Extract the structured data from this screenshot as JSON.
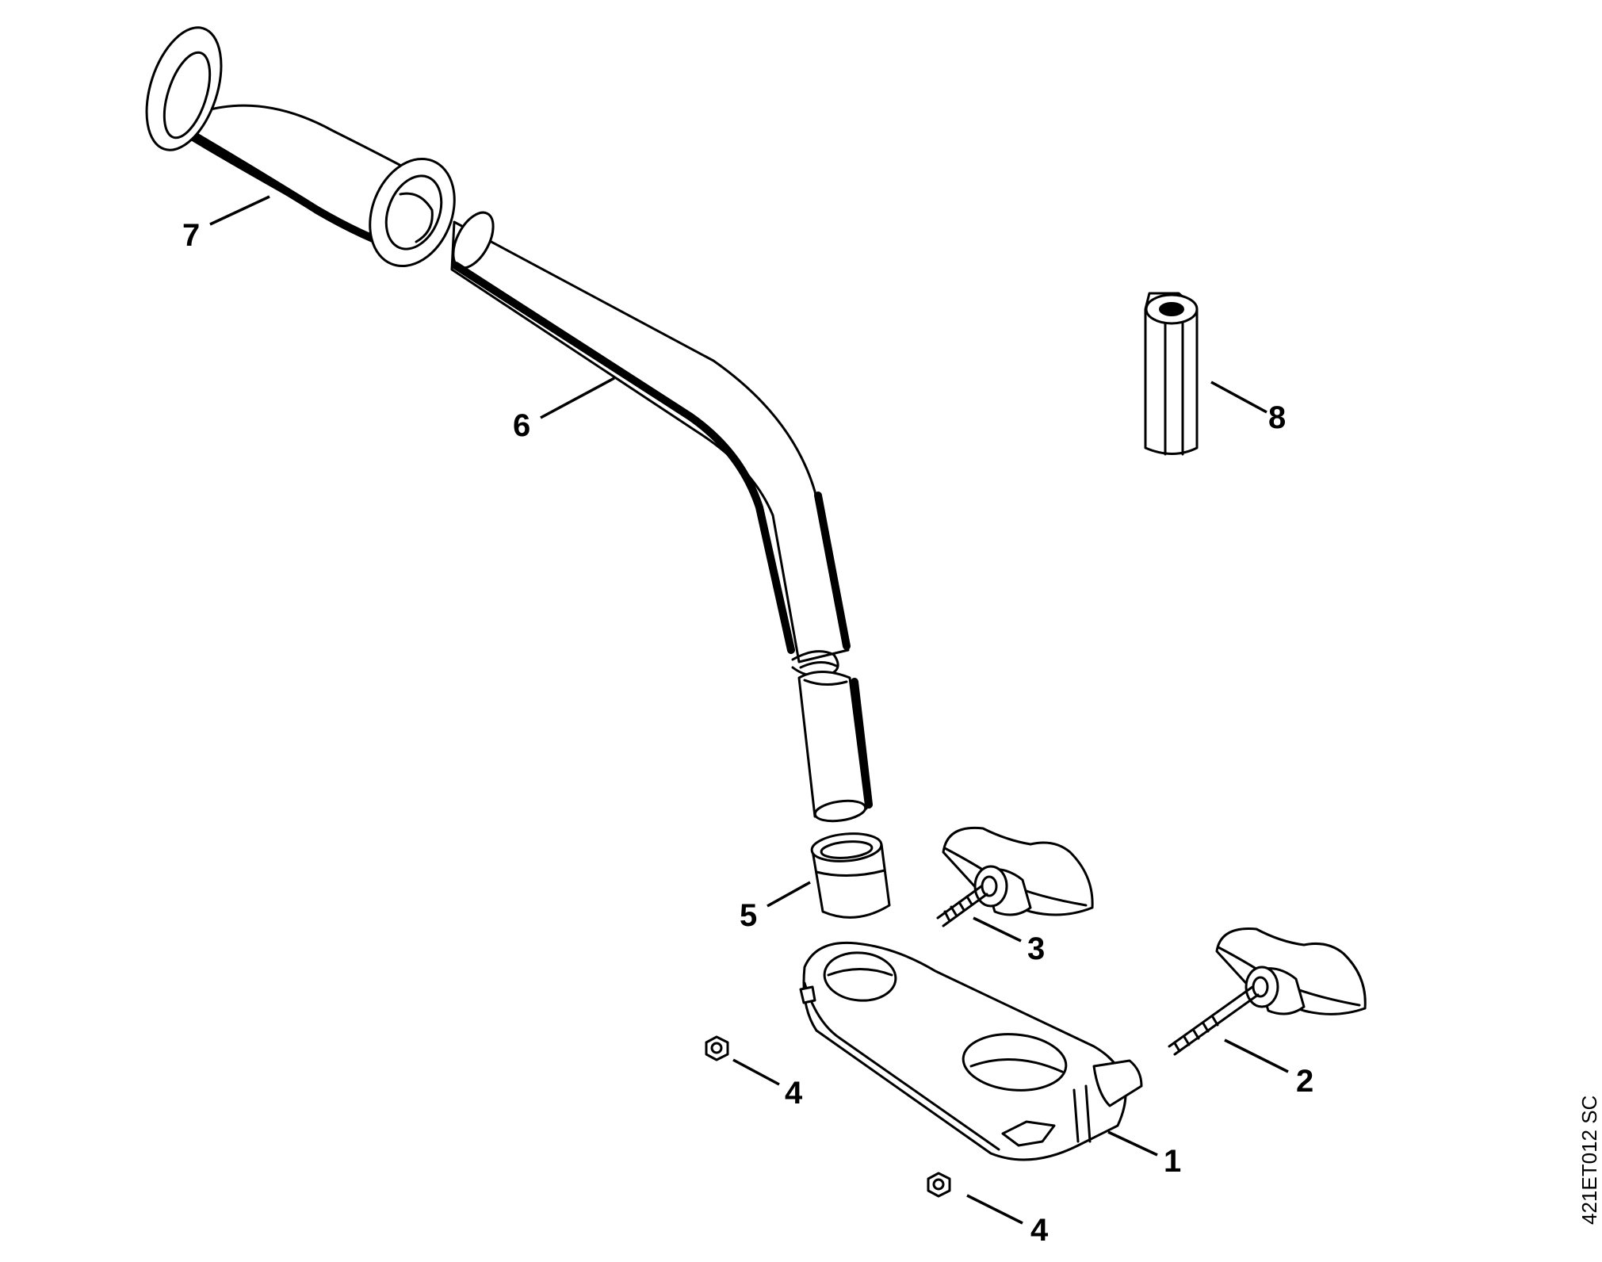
{
  "callouts": [
    {
      "id": "1",
      "label": "1"
    },
    {
      "id": "2",
      "label": "2"
    },
    {
      "id": "3",
      "label": "3"
    },
    {
      "id": "4a",
      "label": "4"
    },
    {
      "id": "4b",
      "label": "4"
    },
    {
      "id": "5",
      "label": "5"
    },
    {
      "id": "6",
      "label": "6"
    },
    {
      "id": "7",
      "label": "7"
    },
    {
      "id": "8",
      "label": "8"
    }
  ],
  "document_code": "421ET012 SC"
}
